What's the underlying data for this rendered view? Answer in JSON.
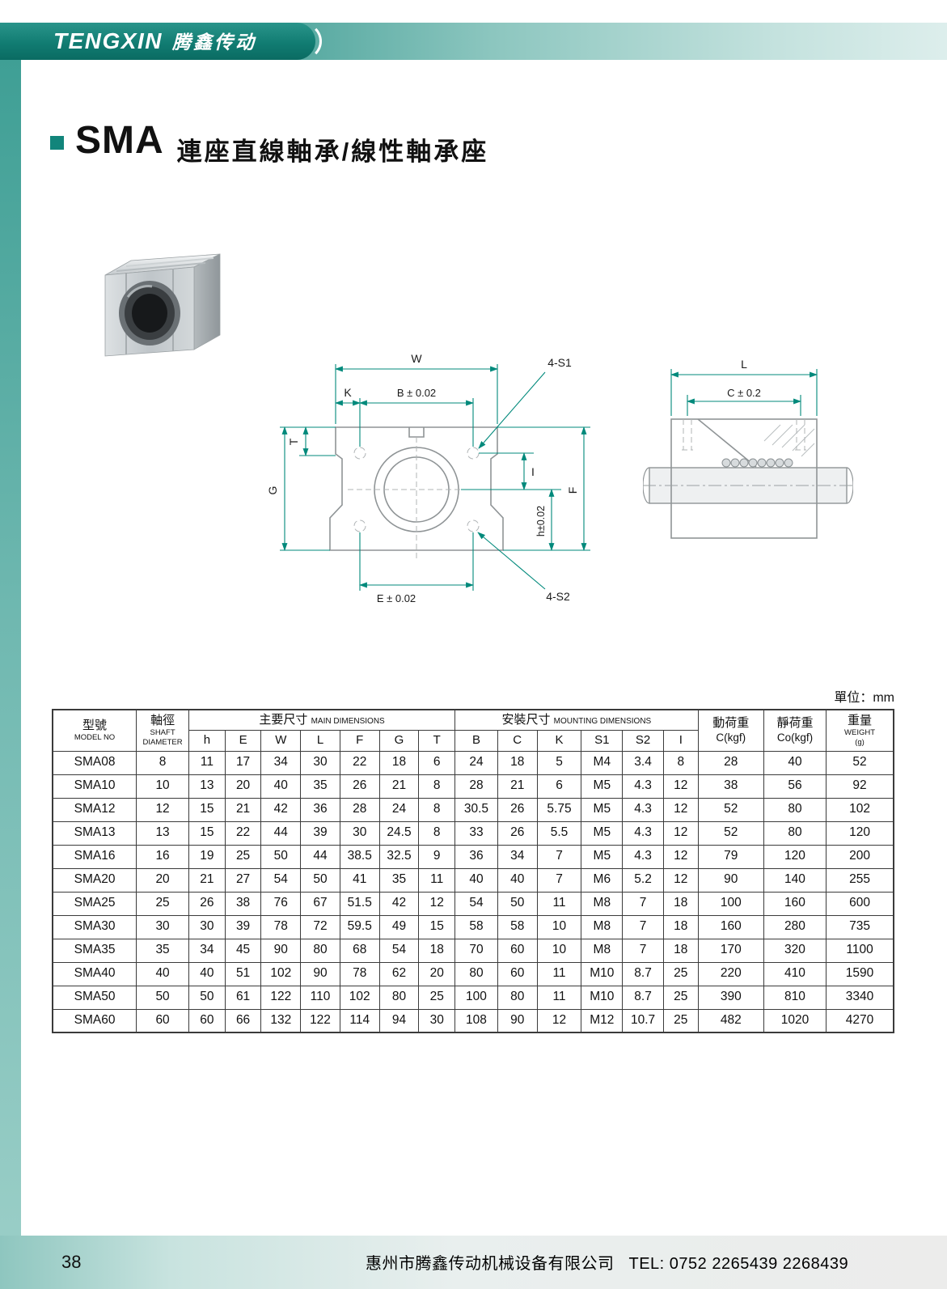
{
  "accent_color": "#0f7a71",
  "header": {
    "logo_en": "TENGXIN",
    "logo_zh": "腾鑫传动"
  },
  "title": {
    "model": "SMA",
    "name": "連座直線軸承/線性軸承座"
  },
  "drawings": {
    "front": {
      "w": "W",
      "b": "B ± 0.02",
      "k": "K",
      "s1": "4-S1",
      "t": "T",
      "g": "G",
      "i": "I",
      "h": "h±0.02",
      "f": "F",
      "e": "E ± 0.02",
      "s2": "4-S2"
    },
    "side": {
      "l": "L",
      "c": "C ± 0.2"
    }
  },
  "unit_note": "單位：mm",
  "table": {
    "header": {
      "model_zh": "型號",
      "model_en": "MODEL NO",
      "shaft_zh": "軸徑",
      "shaft_en": "SHAFT DIAMETER",
      "main_zh": "主要尺寸",
      "main_en": "MAIN DIMENSIONS",
      "mount_zh": "安裝尺寸",
      "mount_en": "MOUNTING DIMENSIONS",
      "dynamic_zh": "動荷重",
      "dynamic_en": "C(kgf)",
      "static_zh": "靜荷重",
      "static_en": "Co(kgf)",
      "weight_zh": "重量",
      "weight_en": "WEIGHT",
      "weight_unit": "(g)",
      "dim_cols": [
        "h",
        "E",
        "W",
        "L",
        "F",
        "G",
        "T",
        "B",
        "C",
        "K",
        "S1",
        "S2",
        "I"
      ]
    },
    "rows": [
      [
        "SMA08",
        "8",
        "11",
        "17",
        "34",
        "30",
        "22",
        "18",
        "6",
        "24",
        "18",
        "5",
        "M4",
        "3.4",
        "8",
        "28",
        "40",
        "52"
      ],
      [
        "SMA10",
        "10",
        "13",
        "20",
        "40",
        "35",
        "26",
        "21",
        "8",
        "28",
        "21",
        "6",
        "M5",
        "4.3",
        "12",
        "38",
        "56",
        "92"
      ],
      [
        "SMA12",
        "12",
        "15",
        "21",
        "42",
        "36",
        "28",
        "24",
        "8",
        "30.5",
        "26",
        "5.75",
        "M5",
        "4.3",
        "12",
        "52",
        "80",
        "102"
      ],
      [
        "SMA13",
        "13",
        "15",
        "22",
        "44",
        "39",
        "30",
        "24.5",
        "8",
        "33",
        "26",
        "5.5",
        "M5",
        "4.3",
        "12",
        "52",
        "80",
        "120"
      ],
      [
        "SMA16",
        "16",
        "19",
        "25",
        "50",
        "44",
        "38.5",
        "32.5",
        "9",
        "36",
        "34",
        "7",
        "M5",
        "4.3",
        "12",
        "79",
        "120",
        "200"
      ],
      [
        "SMA20",
        "20",
        "21",
        "27",
        "54",
        "50",
        "41",
        "35",
        "11",
        "40",
        "40",
        "7",
        "M6",
        "5.2",
        "12",
        "90",
        "140",
        "255"
      ],
      [
        "SMA25",
        "25",
        "26",
        "38",
        "76",
        "67",
        "51.5",
        "42",
        "12",
        "54",
        "50",
        "11",
        "M8",
        "7",
        "18",
        "100",
        "160",
        "600"
      ],
      [
        "SMA30",
        "30",
        "30",
        "39",
        "78",
        "72",
        "59.5",
        "49",
        "15",
        "58",
        "58",
        "10",
        "M8",
        "7",
        "18",
        "160",
        "280",
        "735"
      ],
      [
        "SMA35",
        "35",
        "34",
        "45",
        "90",
        "80",
        "68",
        "54",
        "18",
        "70",
        "60",
        "10",
        "M8",
        "7",
        "18",
        "170",
        "320",
        "1100"
      ],
      [
        "SMA40",
        "40",
        "40",
        "51",
        "102",
        "90",
        "78",
        "62",
        "20",
        "80",
        "60",
        "11",
        "M10",
        "8.7",
        "25",
        "220",
        "410",
        "1590"
      ],
      [
        "SMA50",
        "50",
        "50",
        "61",
        "122",
        "110",
        "102",
        "80",
        "25",
        "100",
        "80",
        "11",
        "M10",
        "8.7",
        "25",
        "390",
        "810",
        "3340"
      ],
      [
        "SMA60",
        "60",
        "60",
        "66",
        "132",
        "122",
        "114",
        "94",
        "30",
        "108",
        "90",
        "12",
        "M12",
        "10.7",
        "25",
        "482",
        "1020",
        "4270"
      ]
    ]
  },
  "footer": {
    "page_number": "38",
    "company": "惠州市腾鑫传动机械设备有限公司",
    "tel": "TEL: 0752 2265439 2268439"
  }
}
